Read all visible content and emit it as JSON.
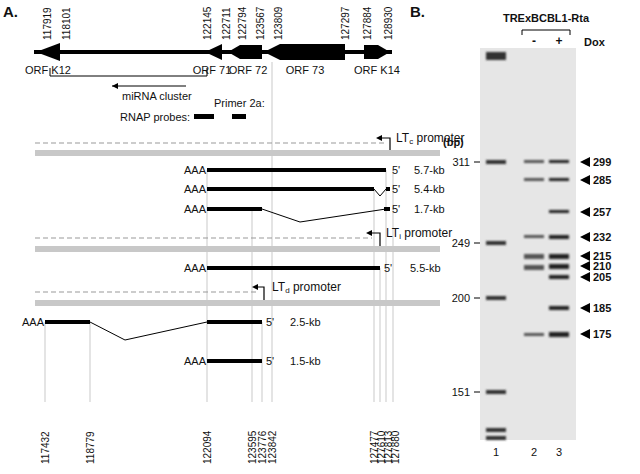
{
  "diagram": {
    "labels": [
      "A.",
      "117919",
      "118101",
      "122145",
      "122711",
      "122794",
      "123567",
      "123809",
      "127297",
      "127884",
      "128930",
      "ORF K12",
      "ORF 71",
      "ORF 72",
      "ORF 73",
      "ORF K14",
      "miRNA cluster",
      "Primer 2a:",
      "RNAP probes:",
      "LTc promoter",
      "AAA",
      "5'",
      "5.7-kb",
      "AAA",
      "5'",
      "5.4-kb",
      "AAA",
      "5'",
      "1.7-kb",
      "LTi promoter",
      "AAA",
      "5'",
      "5.5-kb",
      "LTd promoter",
      "AAA",
      "5'",
      "2.5-kb",
      "AAA",
      "5'",
      "1.5-kb",
      "117432",
      "118779",
      "122094",
      "123595",
      "123776",
      "123842",
      "127477",
      "127610",
      "127813",
      "127880",
      "B.",
      "TRExBCBL1-Rta",
      "-",
      "+",
      "Dox",
      "(bp)",
      "311",
      "249",
      "200",
      "151",
      "299",
      "285",
      "257",
      "232",
      "215",
      "210",
      "205",
      "185",
      "175",
      "1",
      "2",
      "3"
    ]
  }
}
